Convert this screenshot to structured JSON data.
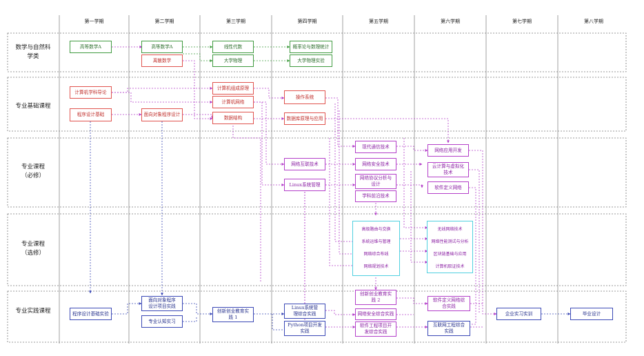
{
  "semesters": [
    "第一学期",
    "第二学期",
    "第三学期",
    "第四学期",
    "第五学期",
    "第六学期",
    "第七学期",
    "第八学期"
  ],
  "rows": [
    "数学与自然科\n学类",
    "专业基础课程",
    "专业课程\n（必修）",
    "专业课程\n（选修）",
    "专业实践课程"
  ],
  "courses": {
    "math_a": "高等数学A",
    "math_a2": "高等数学A",
    "discrete_math": "离散数学",
    "linear_algebra": "线性代数",
    "probability": "概率论与数理统计",
    "physics": "大学物理",
    "physics_lab": "大学物理实验",
    "intro_cs": "计算机学科导论",
    "programming": "程序设计基础",
    "oop": "面向对象程序设计",
    "computer_org": "计算机组成原理",
    "networks": "计算机网络",
    "data_structures": "数据结构",
    "os": "操作系统",
    "database": "数据库原理与应用",
    "modern_comm": "现代通信技术",
    "net_app_dev": "网络应用开发",
    "net_interconnect": "网络互联技术",
    "net_security": "网络安全技术",
    "cloud": "云计算与虚拟化\n技术",
    "linux": "Linux系统管理",
    "protocol_design": "网络协议分析与\n设计",
    "sdn": "软件定义网络",
    "frontier": "学科前沿技术",
    "prog_practice": "程序设计基础实验",
    "oop_practice": "面向对象程序\n设计项目实践",
    "cognition": "专业认知实习",
    "innovation1": "创新创业教育实\n践 1",
    "linux_practice": "Linux系统管\n理综合实践",
    "python_practice": "Python项目开发\n实践",
    "innovation2": "创新创业教育实\n践 2",
    "security_practice": "网络安全综合实践",
    "se_practice": "软件工程项目开\n发综合实践",
    "sdn_practice": "软件定义网络综\n合实践",
    "iot_practice": "互联网工程综合\n实践",
    "internship": "企业实习实训",
    "graduation": "毕业设计"
  },
  "electives_5": [
    "高级路由与交换",
    "系统运维与管理",
    "网络综合布线",
    "网络规划技术"
  ],
  "electives_6": [
    "无线网络技术",
    "网络性能测试与分析",
    "区块链基础与应用",
    "计算机取证技术"
  ],
  "colors": {
    "math": "#3f9a3f",
    "foundation": "#e0524d",
    "required": "#b33ec9",
    "practice": "#3947b5",
    "elective": "#4fd0e0"
  }
}
